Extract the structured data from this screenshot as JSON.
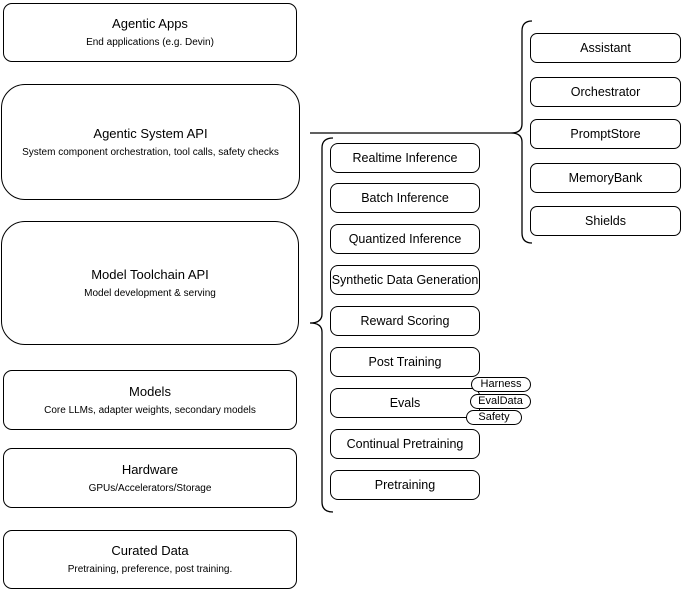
{
  "diagram": {
    "stack": [
      {
        "title": "Agentic Apps",
        "subtitle": "End applications (e.g. Devin)"
      },
      {
        "title": "Agentic System API",
        "subtitle": "System component orchestration, tool calls, safety checks"
      },
      {
        "title": "Model Toolchain API",
        "subtitle": "Model development & serving"
      },
      {
        "title": "Models",
        "subtitle": "Core LLMs, adapter weights, secondary models"
      },
      {
        "title": "Hardware",
        "subtitle": "GPUs/Accelerators/Storage"
      },
      {
        "title": "Curated Data",
        "subtitle": "Pretraining, preference, post training."
      }
    ],
    "toolchain_services": [
      "Realtime Inference",
      "Batch Inference",
      "Quantized Inference",
      "Synthetic Data Generation",
      "Reward Scoring",
      "Post Training",
      "Evals",
      "Continual Pretraining",
      "Pretraining"
    ],
    "eval_tags": [
      "Harness",
      "EvalData",
      "Safety"
    ],
    "system_components": [
      "Assistant",
      "Orchestrator",
      "PromptStore",
      "MemoryBank",
      "Shields"
    ],
    "colors": {
      "stroke": "#000000",
      "fill": "#ffffff",
      "text": "#000000"
    }
  }
}
